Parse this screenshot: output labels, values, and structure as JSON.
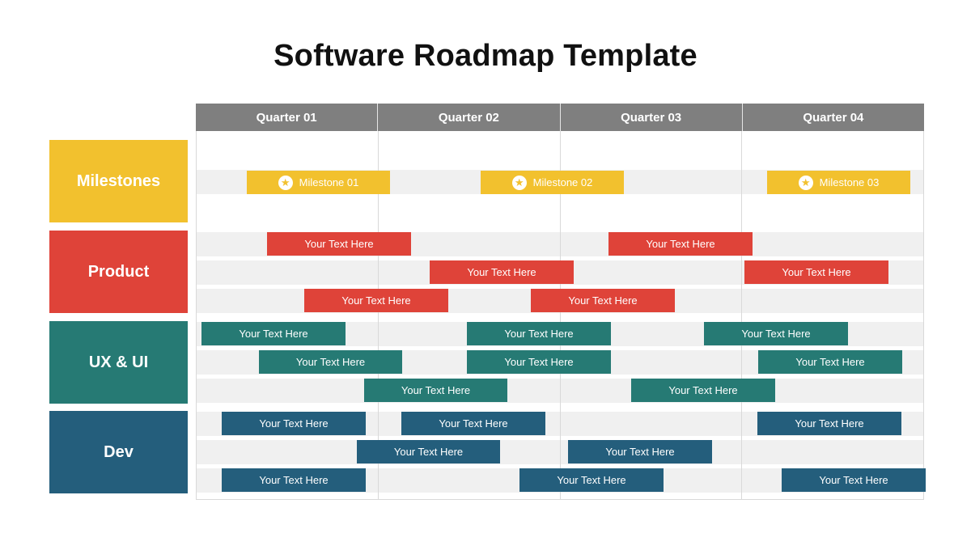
{
  "title": "Software Roadmap Template",
  "quarters": [
    "Quarter 01",
    "Quarter 02",
    "Quarter 03",
    "Quarter 04"
  ],
  "categories": [
    {
      "label": "Milestones",
      "color": "#f2c12e"
    },
    {
      "label": "Product",
      "color": "#df4339"
    },
    {
      "label": "UX & UI",
      "color": "#267a74"
    },
    {
      "label": "Dev",
      "color": "#245e7c"
    }
  ],
  "milestones": {
    "icon": "star-icon",
    "items": [
      "Milestone 01",
      "Milestone 02",
      "Milestone 03"
    ]
  },
  "task_label": "Your Text Here"
}
